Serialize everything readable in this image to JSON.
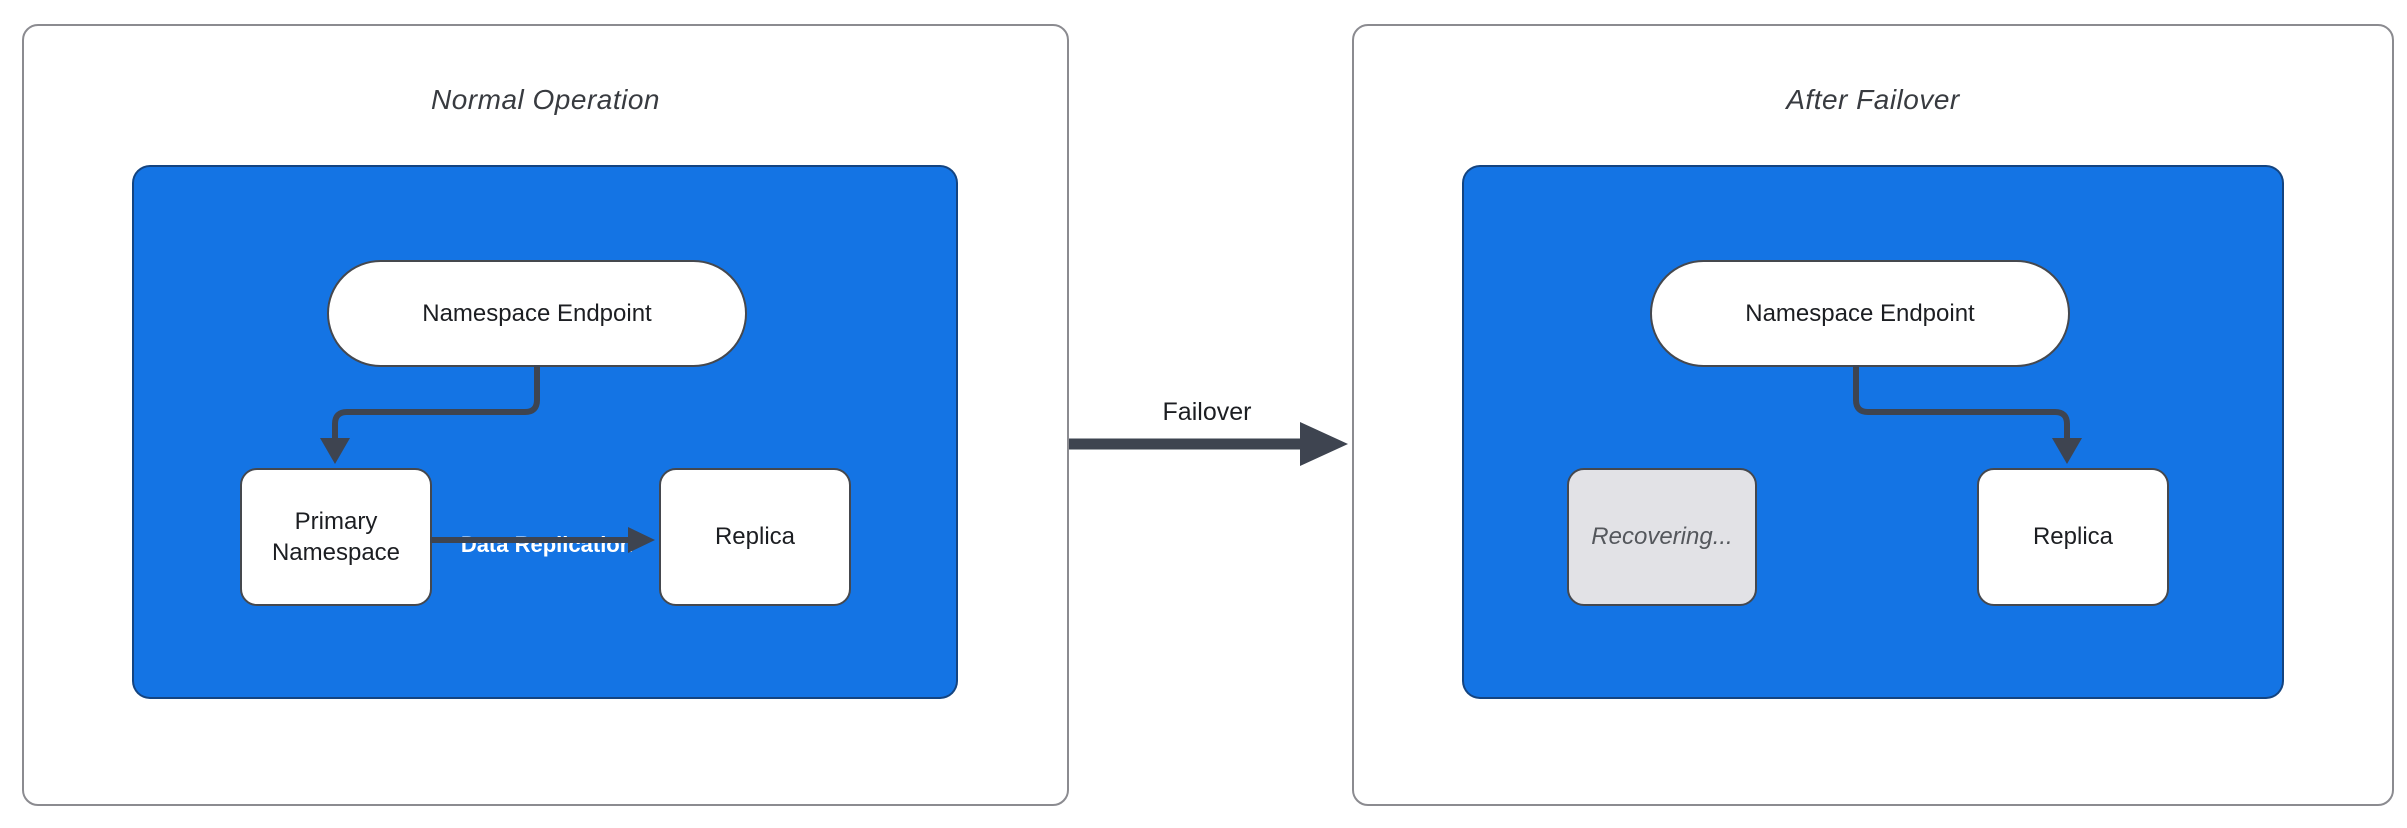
{
  "diagram": {
    "panels": [
      {
        "title": "Normal Operation",
        "endpoint": "Namespace Endpoint",
        "primary": "Primary Namespace",
        "replica": "Replica",
        "replication_label": "Data Replication"
      },
      {
        "title": "After Failover",
        "endpoint": "Namespace Endpoint",
        "recovering": "Recovering...",
        "replica": "Replica"
      }
    ],
    "transition": {
      "label": "Failover"
    }
  },
  "colors": {
    "container_blue": "#1474E4",
    "connector": "#3E4450",
    "recovering_fill": "#E2E2E6",
    "recovering_text": "#54575C",
    "panel_border": "#8B8B90",
    "node_border": "#45484E",
    "text_dark": "#1C1E22",
    "title_text": "#383B40",
    "edge_label_text": "#FFFFFF",
    "node_fill": "#FFFFFF"
  }
}
